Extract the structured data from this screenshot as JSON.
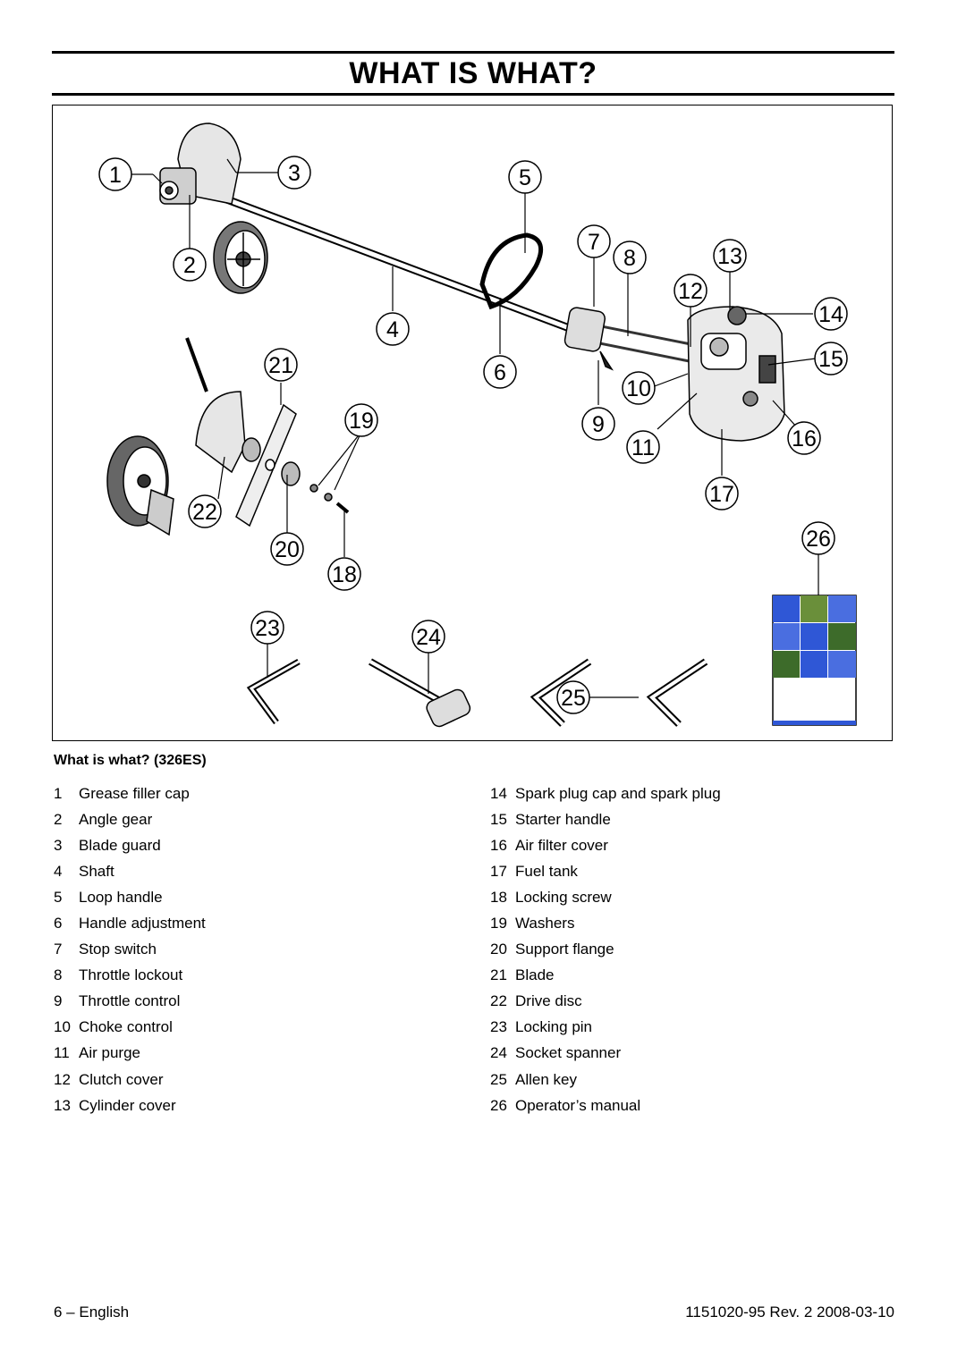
{
  "page": {
    "title": "WHAT IS WHAT?"
  },
  "figure": {
    "callouts": [
      "1",
      "2",
      "3",
      "4",
      "5",
      "6",
      "7",
      "8",
      "9",
      "10",
      "11",
      "12",
      "13",
      "14",
      "15",
      "16",
      "17",
      "18",
      "19",
      "20",
      "21",
      "22",
      "23",
      "24",
      "25",
      "26"
    ],
    "manual_colors": [
      "#2f57d6",
      "#4a6ee0",
      "#6a8f3a",
      "#3d6b2a"
    ]
  },
  "section": {
    "heading": "What is what? (326ES)"
  },
  "parts_left": [
    {
      "num": "1",
      "label": "Grease filler cap"
    },
    {
      "num": "2",
      "label": "Angle gear"
    },
    {
      "num": "3",
      "label": "Blade guard"
    },
    {
      "num": "4",
      "label": "Shaft"
    },
    {
      "num": "5",
      "label": "Loop handle"
    },
    {
      "num": "6",
      "label": "Handle adjustment"
    },
    {
      "num": "7",
      "label": "Stop switch"
    },
    {
      "num": "8",
      "label": "Throttle lockout"
    },
    {
      "num": "9",
      "label": "Throttle control"
    },
    {
      "num": "10",
      "label": "Choke control"
    },
    {
      "num": "11",
      "label": "Air purge"
    },
    {
      "num": "12",
      "label": "Clutch cover"
    },
    {
      "num": "13",
      "label": "Cylinder cover"
    }
  ],
  "parts_right": [
    {
      "num": "14",
      "label": "Spark plug cap and spark plug"
    },
    {
      "num": "15",
      "label": "Starter handle"
    },
    {
      "num": "16",
      "label": "Air filter cover"
    },
    {
      "num": "17",
      "label": "Fuel tank"
    },
    {
      "num": "18",
      "label": "Locking screw"
    },
    {
      "num": "19",
      "label": "Washers"
    },
    {
      "num": "20",
      "label": "Support flange"
    },
    {
      "num": "21",
      "label": "Blade"
    },
    {
      "num": "22",
      "label": "Drive disc"
    },
    {
      "num": "23",
      "label": "Locking pin"
    },
    {
      "num": "24",
      "label": "Socket spanner"
    },
    {
      "num": "25",
      "label": "Allen key"
    },
    {
      "num": "26",
      "label": "Operator’s manual"
    }
  ],
  "footer": {
    "left": "6 – English",
    "right": "1151020-95  Rev. 2  2008-03-10"
  }
}
